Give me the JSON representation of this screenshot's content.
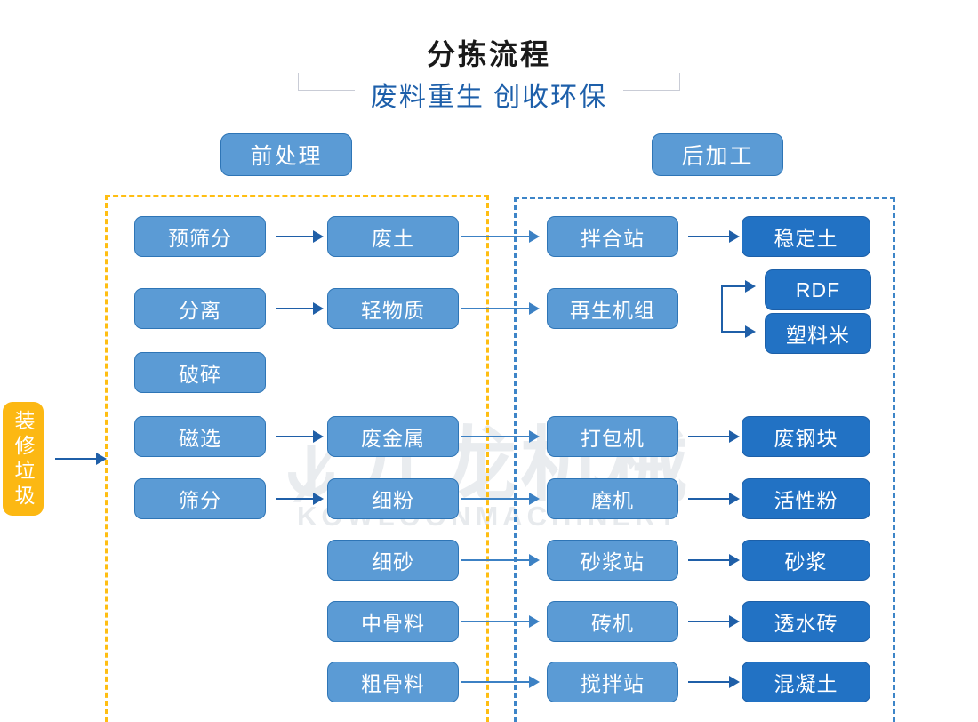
{
  "header": {
    "title": "分拣流程",
    "subtitle": "废料重生 创收环保"
  },
  "watermark": {
    "logo_cn": "九龙机械",
    "logo_en": "KOWLOONMACHINERY"
  },
  "sections": {
    "pre_label": "前处理",
    "post_label": "后加工"
  },
  "input": {
    "label": "装修垃圾"
  },
  "nodes": {
    "pre_process": [
      {
        "label": "预筛分"
      },
      {
        "label": "分离"
      },
      {
        "label": "破碎"
      },
      {
        "label": "磁选"
      },
      {
        "label": "筛分"
      }
    ],
    "materials": [
      {
        "label": "废土"
      },
      {
        "label": "轻物质"
      },
      {
        "label": "废金属"
      },
      {
        "label": "细粉"
      },
      {
        "label": "细砂"
      },
      {
        "label": "中骨料"
      },
      {
        "label": "粗骨料"
      }
    ],
    "equipment": [
      {
        "label": "拌合站"
      },
      {
        "label": "再生机组"
      },
      {
        "label": "打包机"
      },
      {
        "label": "磨机"
      },
      {
        "label": "砂浆站"
      },
      {
        "label": "砖机"
      },
      {
        "label": "搅拌站"
      }
    ],
    "products": [
      {
        "label": "稳定土"
      },
      {
        "label": "RDF"
      },
      {
        "label": "塑料米"
      },
      {
        "label": "废钢块"
      },
      {
        "label": "活性粉"
      },
      {
        "label": "砂浆"
      },
      {
        "label": "透水砖"
      },
      {
        "label": "混凝土"
      }
    ]
  },
  "colors": {
    "node_light": "#5b9bd5",
    "node_dark": "#2272c4",
    "input": "#fcb813",
    "frame_pre": "#ffbe12",
    "frame_post": "#3d85c8",
    "arrow": "#1f5fa8",
    "subtitle": "#1d5faa"
  }
}
